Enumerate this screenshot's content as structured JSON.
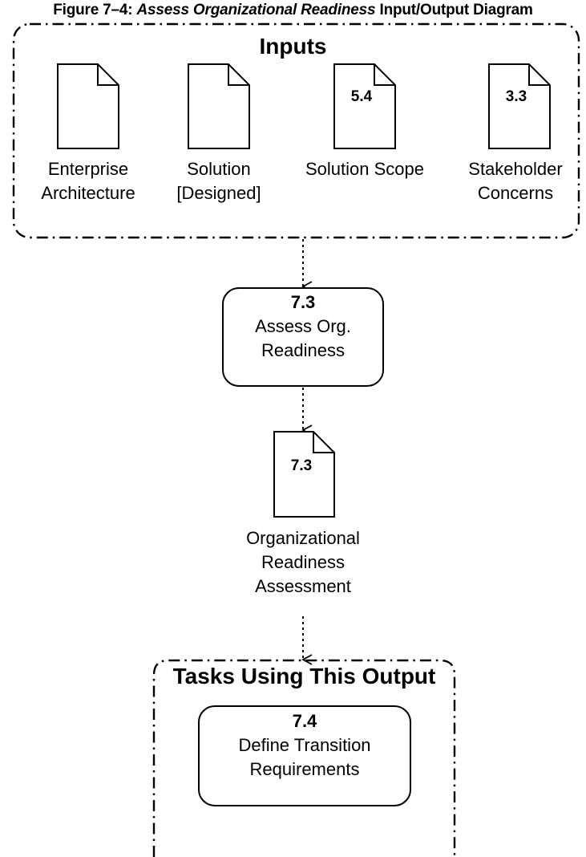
{
  "figure": {
    "title_prefix": "Figure 7–4: ",
    "title_italic": "Assess Organizational Readiness",
    "title_suffix": " Input/Output Diagram"
  },
  "inputs": {
    "heading": "Inputs",
    "items": [
      {
        "code": "",
        "label_line1": "Enterprise",
        "label_line2": "Architecture"
      },
      {
        "code": "",
        "label_line1": "Solution",
        "label_line2": "[Designed]"
      },
      {
        "code": "5.4",
        "label_line1": "Solution Scope",
        "label_line2": ""
      },
      {
        "code": "3.3",
        "label_line1": "Stakeholder",
        "label_line2": "Concerns"
      }
    ]
  },
  "task": {
    "number": "7.3",
    "line1": "Assess Org.",
    "line2": "Readiness"
  },
  "output": {
    "code": "7.3",
    "line1": "Organizational",
    "line2": "Readiness",
    "line3": "Assessment"
  },
  "tasks_using": {
    "heading": "Tasks Using This Output",
    "task": {
      "number": "7.4",
      "line1": "Define Transition",
      "line2": "Requirements"
    }
  }
}
